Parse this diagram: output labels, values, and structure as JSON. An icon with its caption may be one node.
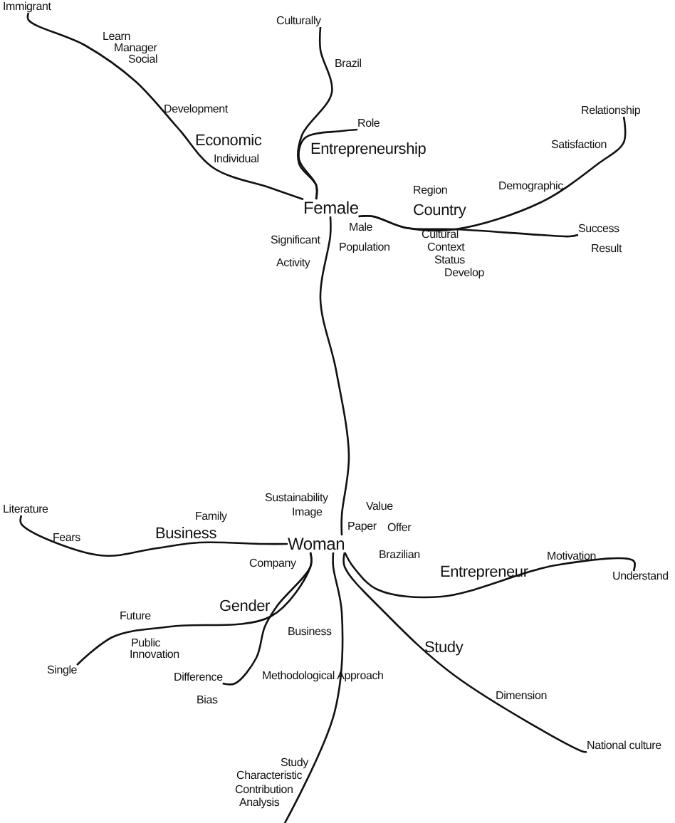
{
  "diagram": {
    "nodes": [
      {
        "text": [
          "Female"
        ]
      },
      {
        "text": [
          "Woman"
        ]
      },
      {
        "text": [
          "Immigrant"
        ]
      },
      {
        "text": [
          "Culturally"
        ]
      },
      {
        "text": [
          "Role"
        ]
      },
      {
        "text": [
          "Relationship"
        ]
      },
      {
        "text": [
          "Success"
        ]
      },
      {
        "text": [
          "Literature"
        ]
      },
      {
        "text": [
          "Single"
        ]
      },
      {
        "text": [
          "Difference"
        ]
      },
      {
        "text": [
          "National culture"
        ]
      },
      {
        "text": [
          "Understand"
        ]
      }
    ],
    "edges": [
      {
        "from": 0,
        "to": 2,
        "arrow": "none"
      },
      {
        "from": 0,
        "to": 3,
        "arrow": "none"
      },
      {
        "from": 0,
        "to": 4,
        "arrow": "none"
      },
      {
        "from": 0,
        "to": 5,
        "arrow": "none"
      },
      {
        "from": 0,
        "to": 6,
        "arrow": "none"
      },
      {
        "from": 0,
        "to": 1,
        "arrow": "none"
      },
      {
        "from": 1,
        "to": 7,
        "arrow": "none"
      },
      {
        "from": 1,
        "to": 8,
        "arrow": "none"
      },
      {
        "from": 1,
        "to": 9,
        "arrow": "none"
      },
      {
        "from": 1,
        "to": 11,
        "arrow": "none"
      },
      {
        "from": 1,
        "to": 10,
        "arrow": "none"
      },
      {
        "from": 1,
        "to": null,
        "arrow": "none"
      }
    ],
    "labels": [
      "Learn",
      "Manager",
      "Social",
      "Brazil",
      "Development",
      "Economic",
      "Individual",
      "Satisfaction",
      "Entrepreneurship",
      "Demographic",
      "Region",
      "Country",
      "Male",
      "Result",
      "Cultural",
      "Significant",
      "Population",
      "Context",
      "Status",
      "Activity",
      "Develop",
      "Sustainability",
      "Value",
      "Image",
      "Paper",
      "Family",
      "Offer",
      "Business",
      "Fears",
      "Brazilian",
      "Motivation",
      "Company",
      "Entrepreneur",
      "Gender",
      "Future",
      "Business",
      "Public",
      "Innovation",
      "Methodological Approach",
      "Study",
      "Dimension",
      "Bias",
      "Study",
      "Characteristic",
      "Contribution",
      "Analysis"
    ]
  }
}
